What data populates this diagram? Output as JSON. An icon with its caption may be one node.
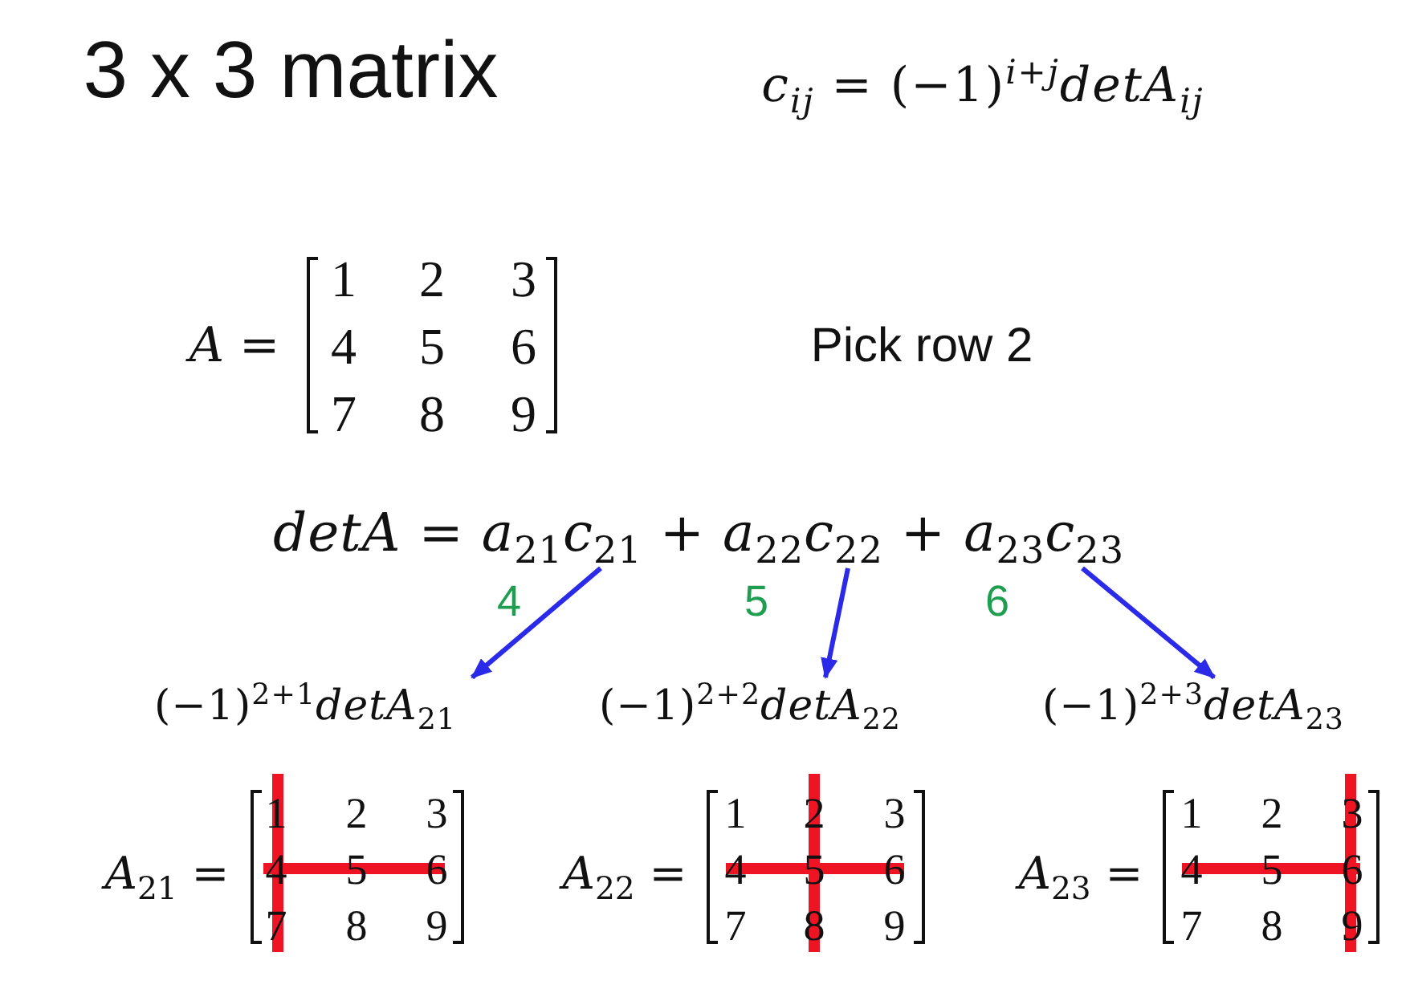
{
  "diagram": {
    "title": "3 x 3 matrix",
    "nodes": [
      {
        "text": [
          "*detA* = *a*$_{21}$*c*$_{21}$ + *a*$_{22}$*c*$_{22}$ + *a*$_{23}$*c*$_{23}$"
        ]
      },
      {
        "text": [
          "(−1)$^{2+1}$*detA*$_{21}$"
        ]
      },
      {
        "text": [
          "(−1)$^{2+2}$*detA*$_{22}$"
        ]
      },
      {
        "text": [
          "(−1)$^{2+3}$*detA*$_{23}$"
        ]
      }
    ],
    "edges": [
      {
        "from": 0,
        "to": 1,
        "arrow": "to"
      },
      {
        "from": 0,
        "to": 2,
        "arrow": "to"
      },
      {
        "from": 0,
        "to": 3,
        "arrow": "to"
      }
    ],
    "labels": [
      "*c*$_{ij}$ = (−1)$^{i+j}$*detA*$_{ij}$",
      "*A* =",
      "1",
      "2",
      "3",
      "4",
      "5",
      "6",
      "7",
      "8",
      "9",
      "Pick row 2",
      "4",
      "5",
      "6",
      "*A*$_{21}$ =",
      "1",
      "2",
      "3",
      "4",
      "5",
      "6",
      "7",
      "8",
      "9",
      "*A*$_{22}$ =",
      "1",
      "2",
      "3",
      "4",
      "5",
      "6",
      "7",
      "8",
      "9",
      "*A*$_{23}$ =",
      "1",
      "2",
      "3",
      "4",
      "5",
      "6",
      "7",
      "8",
      "9"
    ]
  }
}
